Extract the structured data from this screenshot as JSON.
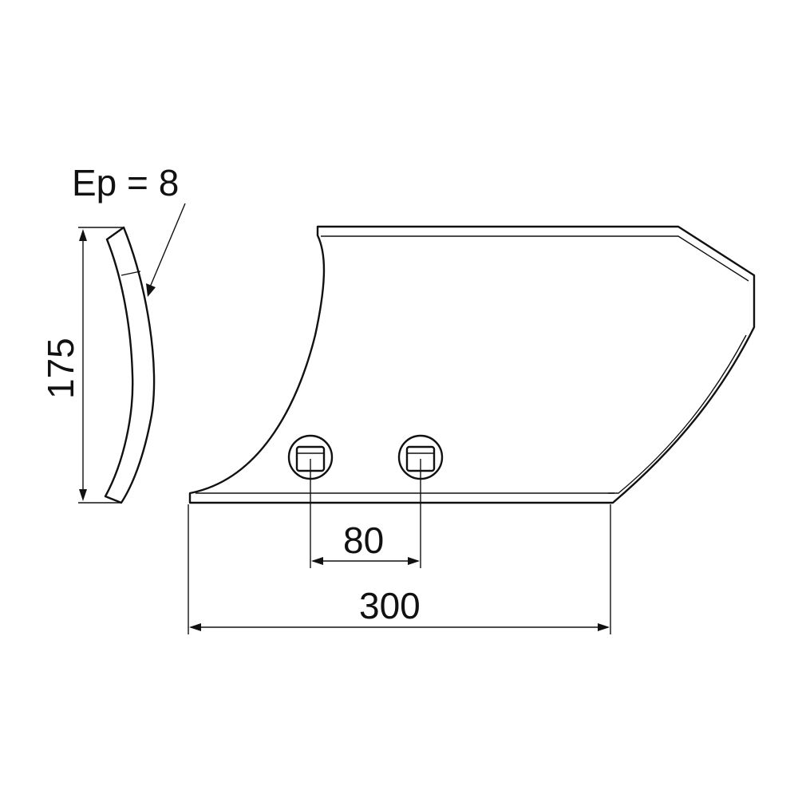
{
  "labels": {
    "thickness": "Ep = 8",
    "height": "175",
    "hole_spacing": "80",
    "length": "300"
  },
  "colors": {
    "line": "#111111",
    "background": "#ffffff"
  }
}
